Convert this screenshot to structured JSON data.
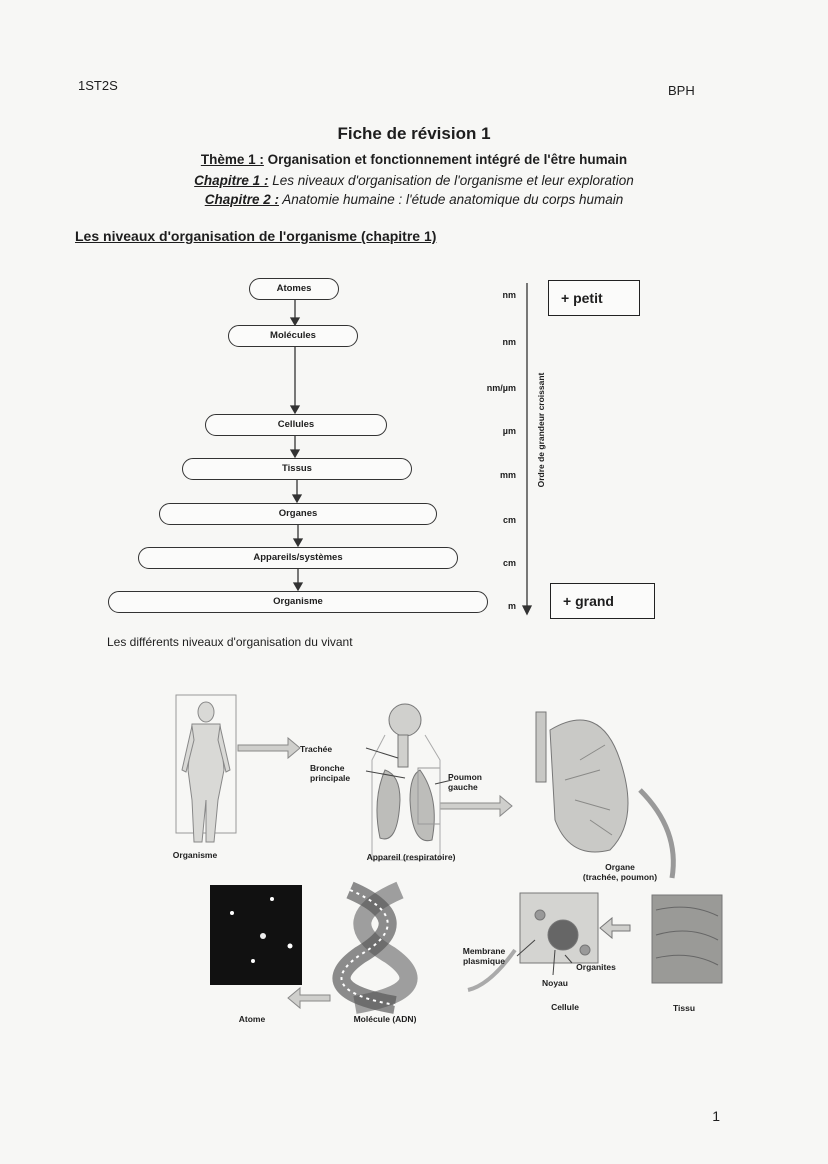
{
  "header": {
    "left": "1ST2S",
    "right": "BPH"
  },
  "title": "Fiche de révision 1",
  "theme": {
    "label": "Thème 1 :",
    "text": " Organisation et fonctionnement intégré de l'être humain"
  },
  "chapitre1": {
    "label": "Chapitre 1 :",
    "text": " Les niveaux d'organisation de l'organisme et leur exploration"
  },
  "chapitre2": {
    "label": "Chapitre 2 :",
    "text": " Anatomie humaine : l'étude anatomique du corps humain"
  },
  "section_heading": "Les niveaux d'organisation de l'organisme (chapitre 1)",
  "levels": [
    "Atomes",
    "Molécules",
    "Cellules",
    "Tissus",
    "Organes",
    "Appareils/systèmes",
    "Organisme"
  ],
  "units": [
    "nm",
    "nm",
    "nm/µm",
    "µm",
    "mm",
    "cm",
    "cm",
    "m"
  ],
  "scale_axis_label": "Ordre de grandeur croissant",
  "size_boxes": {
    "small": "+ petit",
    "large": "+ grand"
  },
  "caption": "Les différents niveaux d'organisation du vivant",
  "illustration": {
    "organisme": "Organisme",
    "trachee": "Trachée",
    "bronche": [
      "Bronche",
      "principale"
    ],
    "poumon": [
      "Poumon",
      "gauche"
    ],
    "appareil": "Appareil (respiratoire)",
    "organe": [
      "Organe",
      "(trachée, poumon)"
    ],
    "tissu": "Tissu",
    "cellule": "Cellule",
    "membrane": [
      "Membrane",
      "plasmique"
    ],
    "organites": "Organites",
    "noyau": "Noyau",
    "molecule": "Molécule (ADN)",
    "atome": "Atome"
  },
  "page_number": "1"
}
